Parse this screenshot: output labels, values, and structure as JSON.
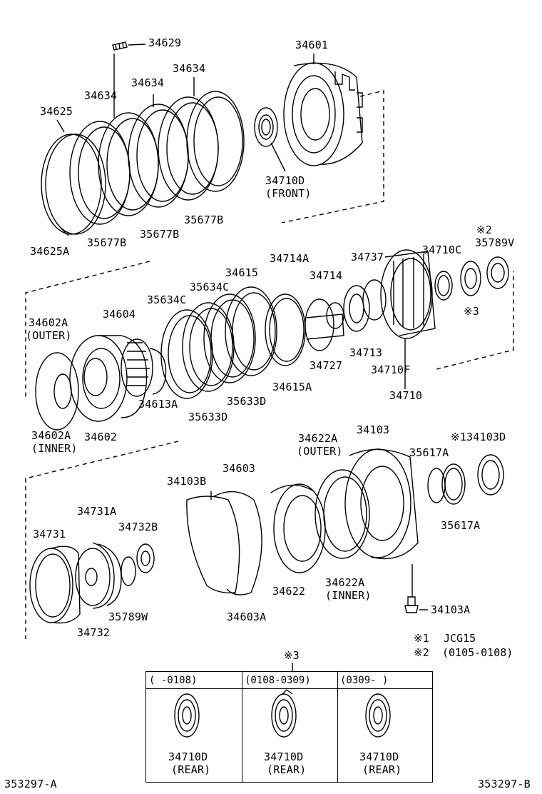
{
  "parts": {
    "p34629": "34629",
    "p34601": "34601",
    "p34634_a": "34634",
    "p34634_b": "34634",
    "p34634_c": "34634",
    "p34625": "34625",
    "p34710D_front": "34710D",
    "front": "(FRONT)",
    "p34625A": "34625A",
    "p35677B_a": "35677B",
    "p35677B_b": "35677B",
    "p35677B_c": "35677B",
    "p34714A": "34714A",
    "p34737": "34737",
    "p34710C": "34710C",
    "mark2_top": "※2",
    "p35789V": "35789V",
    "p34615": "34615",
    "p35634C_a": "35634C",
    "p35634C_b": "35634C",
    "p34714": "34714",
    "mark3_mid": "※3",
    "p34602A_outer": "34602A",
    "outer_a": "(OUTER)",
    "p34604": "34604",
    "p34713": "34713",
    "p34727": "34727",
    "p34710F": "34710F",
    "p34613A": "34613A",
    "p35633D_a": "35633D",
    "p35633D_b": "35633D",
    "p34615A": "34615A",
    "p34710": "34710",
    "p34602A_inner": "34602A",
    "inner_a": "(INNER)",
    "p34602": "34602",
    "p34622A_outer": "34622A",
    "outer_b": "(OUTER)",
    "p34103": "34103",
    "p134103D": "※134103D",
    "p35617A_a": "35617A",
    "p35617A_b": "35617A",
    "p34103B": "34103B",
    "p34603": "34603",
    "p34731A": "34731A",
    "p34732B": "34732B",
    "p34731": "34731",
    "p34622": "34622",
    "p34622A_inner": "34622A",
    "inner_b": "(INNER)",
    "p35789W": "35789W",
    "p34732": "34732",
    "p34603A": "34603A",
    "p34103A": "34103A"
  },
  "notes": {
    "n1_mark": "※1",
    "n1_text": "JCG15",
    "n2_mark": "※2",
    "n2_text": "(0105-0108)",
    "n3_mark": "※3"
  },
  "variants": {
    "headers": [
      "(      -0108)",
      "(0108-0309)",
      "(0309-     )"
    ],
    "part": "34710D",
    "position": "(REAR)"
  },
  "footer": {
    "left_code": "353297-A",
    "right_code": "353297-B"
  }
}
